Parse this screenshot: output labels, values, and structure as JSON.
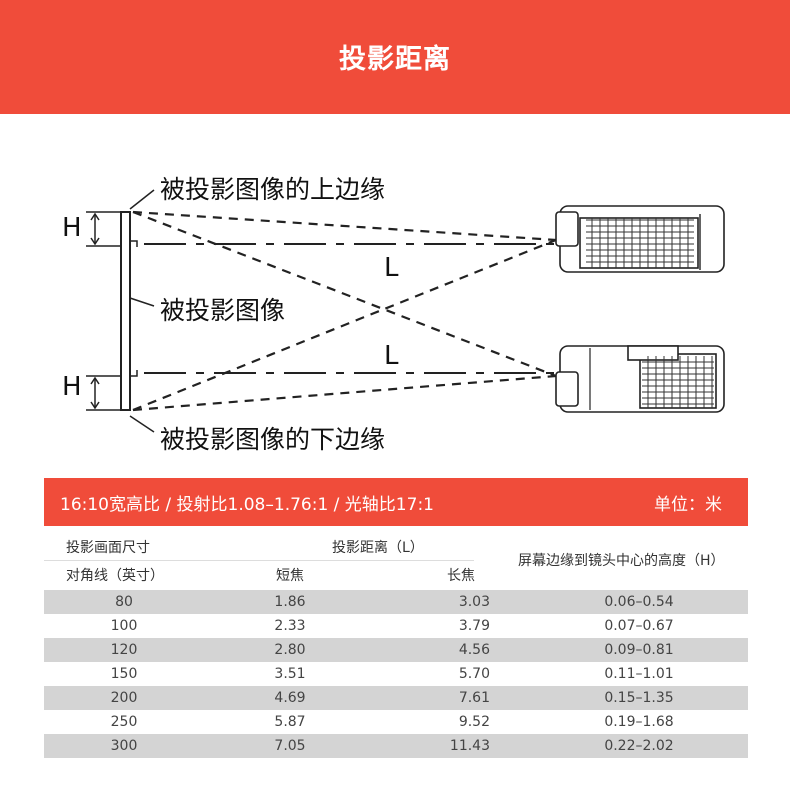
{
  "banner": {
    "title": "投影距离"
  },
  "diagram": {
    "label_top_edge": "被投影图像的上边缘",
    "label_image": "被投影图像",
    "label_bottom_edge": "被投影图像的下边缘",
    "label_h_top": "H",
    "label_h_bottom": "H",
    "label_l_top": "L",
    "label_l_bottom": "L"
  },
  "spec": {
    "left": "16:10宽高比 / 投射比1.08–1.76:1 / 光轴比17:1",
    "right": "单位：米"
  },
  "table": {
    "header_size": "投影画面尺寸",
    "header_distance": "投影距离（L）",
    "header_diagonal": "对角线（英寸）",
    "header_short": "短焦",
    "header_long": "长焦",
    "header_height": "屏幕边缘到镜头中心的高度（H）",
    "rows": [
      {
        "size": "80",
        "short": "1.86",
        "long": "3.03",
        "height": "0.06–0.54"
      },
      {
        "size": "100",
        "short": "2.33",
        "long": "3.79",
        "height": "0.07–0.67"
      },
      {
        "size": "120",
        "short": "2.80",
        "long": "4.56",
        "height": "0.09–0.81"
      },
      {
        "size": "150",
        "short": "3.51",
        "long": "5.70",
        "height": "0.11–1.01"
      },
      {
        "size": "200",
        "short": "4.69",
        "long": "7.61",
        "height": "0.15–1.35"
      },
      {
        "size": "250",
        "short": "5.87",
        "long": "9.52",
        "height": "0.19–1.68"
      },
      {
        "size": "300",
        "short": "7.05",
        "long": "11.43",
        "height": "0.22–2.02"
      }
    ]
  }
}
